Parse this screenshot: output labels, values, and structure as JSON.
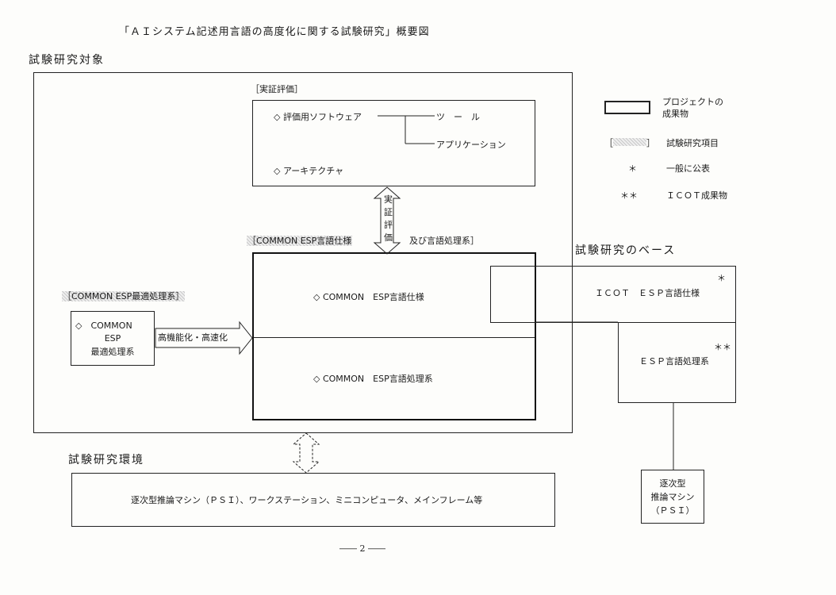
{
  "title": "「ＡＩシステム記述用言語の高度化に関する試験研究」概要図",
  "target": {
    "heading": "試験研究対象",
    "verification": {
      "label": "［実証評価］",
      "item1": "◇ 評価用ソフトウェア",
      "branch_tool": "ツ　ー　ル",
      "branch_app": "アプリケーション",
      "item2": "◇ アーキテクチャ"
    },
    "eval_arrow_text": [
      "実",
      "証",
      "評",
      "価"
    ],
    "spec_label_left": "［COMMON ESP言語仕様",
    "spec_label_right": "及び言語処理系］",
    "main_spec": "◇ COMMON　ESP言語仕様",
    "main_proc": "◇ COMMON　ESP言語処理系",
    "opt_label": "［COMMON ESP最適処理系］",
    "opt_box": [
      "◇　COMMON",
      "ESP",
      "最適処理系"
    ],
    "arrow_text": "高機能化・高速化"
  },
  "legend": {
    "item1": [
      "プロジェクトの",
      "成果物"
    ],
    "item2_symbol": "［",
    "item2_symbol_close": "］",
    "item2": "試験研究項目",
    "item3_symbol": "＊",
    "item3": "一般に公表",
    "item4_symbol": "＊＊",
    "item4": "ＩＣＯＴ成果物"
  },
  "base": {
    "heading": "試験研究のベース",
    "icot_spec": "ＩＣＯＴ　ＥＳＰ言語仕様",
    "icot_star": "＊",
    "esp_proc": "ＥＳＰ言語処理系",
    "esp_star": "＊＊",
    "psi_box": [
      "逐次型",
      "推論マシン",
      "（ＰＳＩ）"
    ]
  },
  "environment": {
    "heading": "試験研究環境",
    "content": "逐次型推論マシン（ＰＳＩ）、ワークステーション、ミニコンピュータ、メインフレーム等"
  },
  "page_number": "―― 2 ――"
}
